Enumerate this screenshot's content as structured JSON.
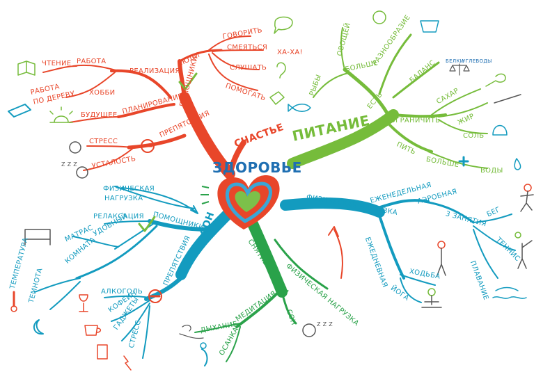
{
  "center": {
    "title": "ЗДОРОВЬЕ"
  },
  "colors": {
    "red": "#e8462a",
    "green": "#76bc3b",
    "blue": "#139bbf",
    "dark_green": "#2aa24a",
    "title_blue": "#1f6fb2",
    "heart_red": "#e8462a",
    "heart_blue": "#3aa6d6",
    "heart_green": "#7cc04a"
  },
  "branches": {
    "happiness": {
      "label": "СЧАСТЬЕ",
      "helpers": "ПОМОЩНИКИ",
      "people": "ЛЮДИ",
      "talk": "ГОВОРИТЬ",
      "laugh": "СМЕЯТЬСЯ",
      "haha": "ХА-ХА!",
      "listen": "СЛУШАТЬ",
      "help": "ПОМОГАТЬ",
      "planning": "ПЛАНИРОВАНИЕ",
      "realization": "РЕАЛИЗАЦИЯ",
      "work": "РАБОТА",
      "reading": "ЧТЕНИЕ",
      "hobby": "ХОББИ",
      "woodwork_1": "РАБОТА",
      "woodwork_2": "ПО ДЕРЕВУ",
      "future": "БУДУЩЕЕ",
      "obstacles": "ПРЕПЯТСТВИЯ",
      "stress": "СТРЕСС",
      "fatigue": "УСТАЛОСТЬ",
      "zzz": "Z Z Z"
    },
    "nutrition": {
      "label": "ПИТАНИЕ",
      "eat": "ЕСТЬ",
      "fish": "РЫБЫ",
      "more_eat": "БОЛЬШЕ",
      "vegetables": "ОВОЩЕЙ",
      "variety": "РАЗНООБРАЗИЕ",
      "balance": "БАЛАНС",
      "proteins": "БЕЛКИ",
      "carbs": "УГЛЕВОДЫ",
      "limit": "ОГРАНИЧИТЬ",
      "sugar": "САХАР",
      "fat": "ЖИР",
      "salt": "СОЛЬ",
      "drink": "ПИТЬ",
      "more_drink": "БОЛЬШЕ",
      "water": "ВОДЫ"
    },
    "activity": {
      "label": "ФИЗИЧЕСКАЯ НАГРУЗКА",
      "weekly": "ЕЖЕНЕДЕЛЬНАЯ",
      "aerobic": "АЭРОБНАЯ",
      "sessions": "3 ЗАНЯТИЯ",
      "run": "БЕГ",
      "tennis": "ТЕННИС",
      "swimming": "ПЛАВАНИЕ",
      "daily": "ЕЖЕДНЕВНАЯ",
      "walking": "ХОДЬБА",
      "yoga": "ЙОГА"
    },
    "sleep": {
      "label": "СОН",
      "helpers": "ПОМОЩНИКИ",
      "physical_load_1": "ФИЗИЧЕСКАЯ",
      "physical_load_2": "НАГРУЗКА",
      "relaxation": "РЕЛАКСАЦИЯ",
      "mattress": "МАТРАС",
      "comfortable": "УДОБНЫЙ",
      "room": "КОМНАТА",
      "temperature": "ТЕМПЕРАТУРА",
      "darkness": "ТЕМНОТА",
      "obstacles": "ПРЕПЯТСТВИЯ",
      "alcohol": "АЛКОГОЛЬ",
      "caffeine": "КОФЕИН",
      "gadgets": "ГАДЖЕТЫ",
      "stress": "СТРЕСС"
    },
    "stress_relief": {
      "label": "СНЯТИЕ СТРЕССА",
      "meditation": "МЕДИТАЦИЯ",
      "breathing": "ДЫХАНИЕ",
      "posture": "ОСАНКА",
      "physical_load": "ФИЗИЧЕСКАЯ НАГРУЗКА",
      "sleep": "СОН",
      "zzz": "Z Z Z"
    }
  }
}
